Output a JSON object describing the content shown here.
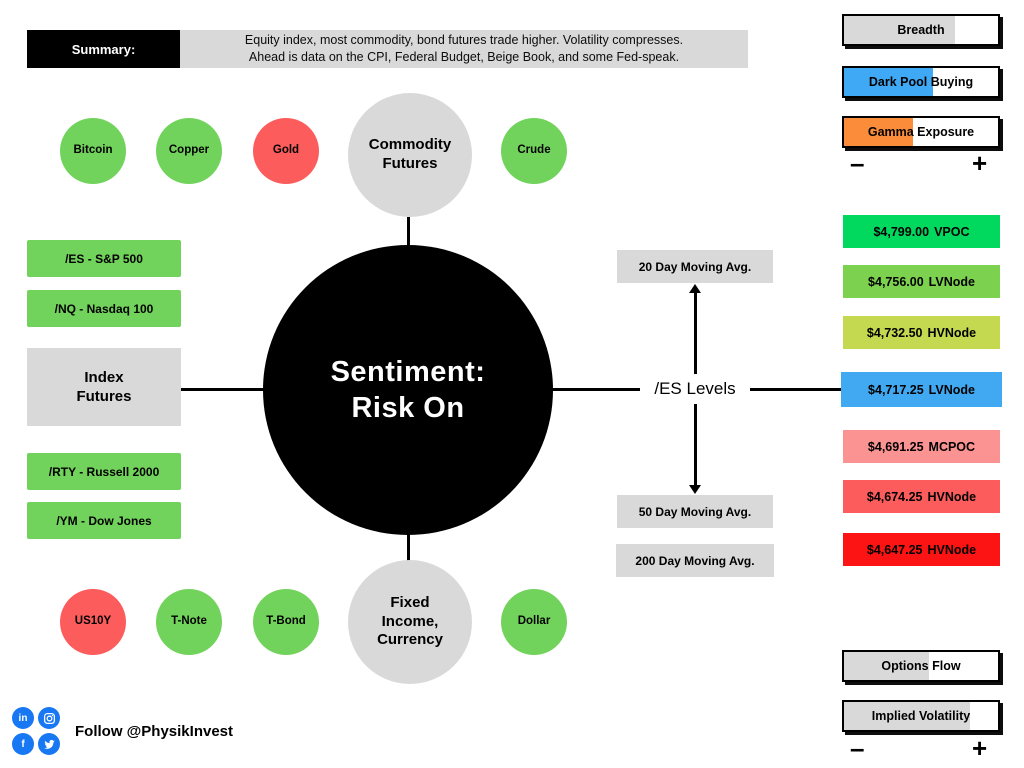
{
  "summary": {
    "label": "Summary:",
    "text": "Equity index, most commodity, bond futures trade higher. Volatility compresses.\nAhead is data on the CPI, Federal Budget, Beige Book, and some Fed-speak."
  },
  "center": {
    "title": "Sentiment:\nRisk On"
  },
  "commodity": {
    "hub": "Commodity\nFutures",
    "items": [
      {
        "label": "Bitcoin",
        "sentiment": "up"
      },
      {
        "label": "Copper",
        "sentiment": "up"
      },
      {
        "label": "Gold",
        "sentiment": "down"
      },
      {
        "label": "Crude",
        "sentiment": "up"
      }
    ]
  },
  "index_futures": {
    "hub": "Index\nFutures",
    "items": [
      {
        "label": "/ES - S&P 500",
        "sentiment": "up"
      },
      {
        "label": "/NQ - Nasdaq 100",
        "sentiment": "up"
      },
      {
        "label": "/RTY - Russell 2000",
        "sentiment": "up"
      },
      {
        "label": "/YM - Dow Jones",
        "sentiment": "up"
      }
    ]
  },
  "fixed_income": {
    "hub": "Fixed\nIncome,\nCurrency",
    "items": [
      {
        "label": "US10Y",
        "sentiment": "down"
      },
      {
        "label": "T-Note",
        "sentiment": "up"
      },
      {
        "label": "T-Bond",
        "sentiment": "up"
      },
      {
        "label": "Dollar",
        "sentiment": "up"
      }
    ]
  },
  "es_levels": {
    "label": "/ES Levels",
    "above": "20 Day Moving Avg.",
    "below_1": "50 Day Moving Avg.",
    "below_2": "200 Day Moving Avg.",
    "levels": [
      {
        "price": "$4,799.00",
        "type": "VPOC",
        "color": "#00d95e"
      },
      {
        "price": "$4,756.00",
        "type": "LVNode",
        "color": "#7cd14f"
      },
      {
        "price": "$4,732.50",
        "type": "HVNode",
        "color": "#c4d94f"
      },
      {
        "price": "$4,717.25",
        "type": "LVNode",
        "color": "#41a9f1"
      },
      {
        "price": "$4,691.25",
        "type": "MCPOC",
        "color": "#fc9393"
      },
      {
        "price": "$4,674.25",
        "type": "HVNode",
        "color": "#fc5c5c"
      },
      {
        "price": "$4,647.25",
        "type": "HVNode",
        "color": "#fc1313"
      }
    ]
  },
  "meters": {
    "minus": "–",
    "plus": "+",
    "top": [
      {
        "label": "Breadth",
        "fill_pct": 72,
        "fill_color": "#d9d9d9"
      },
      {
        "label": "Dark Pool Buying",
        "fill_pct": 58,
        "fill_color": "#3fa9f5"
      },
      {
        "label": "Gamma Exposure",
        "fill_pct": 45,
        "fill_color": "#fb8c3a"
      }
    ],
    "bottom": [
      {
        "label": "Options Flow",
        "fill_pct": 55,
        "fill_color": "#d9d9d9"
      },
      {
        "label": "Implied Volatility",
        "fill_pct": 82,
        "fill_color": "#d9d9d9"
      }
    ]
  },
  "footer": {
    "follow": "Follow @PhysikInvest"
  },
  "social": {
    "icons": [
      "linkedin",
      "instagram",
      "facebook",
      "twitter"
    ],
    "linkedin_glyph": "in",
    "facebook_glyph": "f"
  },
  "colors": {
    "bull_green": "#72d35c",
    "bear_red": "#fc5c5c",
    "neutral_gray": "#d9d9d9",
    "black": "#000000",
    "social_blue": "#1877f2"
  }
}
